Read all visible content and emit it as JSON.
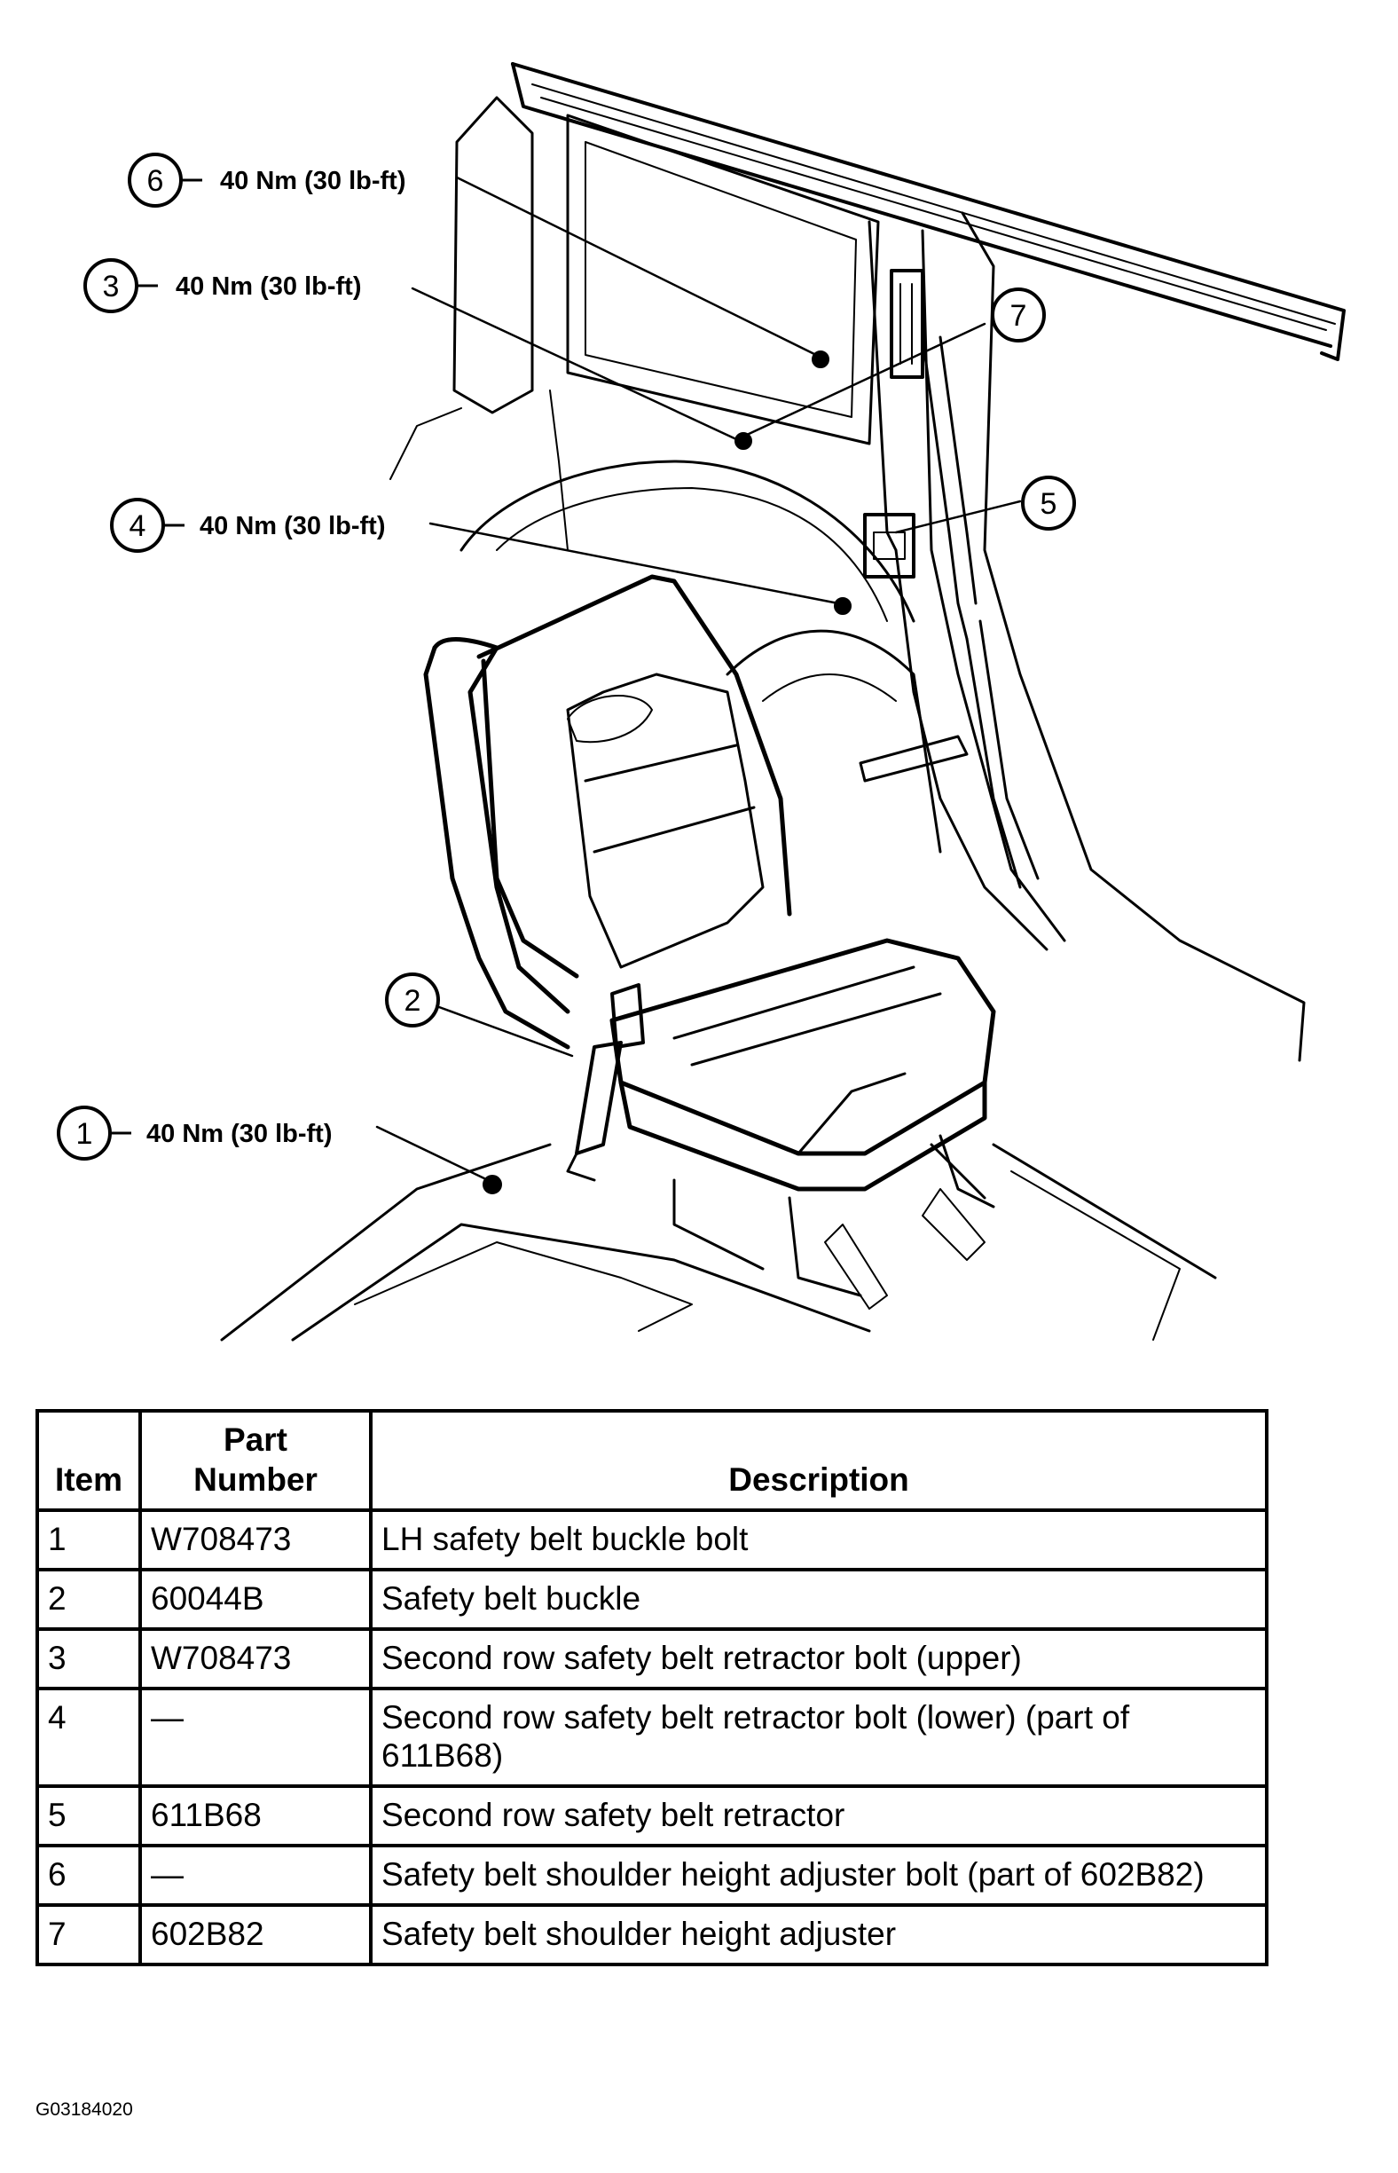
{
  "callouts": [
    {
      "number": "6",
      "label": "40 Nm (30 lb-ft)"
    },
    {
      "number": "3",
      "label": "40 Nm (30 lb-ft)"
    },
    {
      "number": "7",
      "label": ""
    },
    {
      "number": "4",
      "label": "40 Nm (30 lb-ft)"
    },
    {
      "number": "5",
      "label": ""
    },
    {
      "number": "2",
      "label": ""
    },
    {
      "number": "1",
      "label": "40 Nm (30 lb-ft)"
    }
  ],
  "table": {
    "headers": {
      "item": "Item",
      "part_line1": "Part",
      "part_line2": "Number",
      "description": "Description"
    },
    "rows": [
      {
        "item": "1",
        "part": "W708473",
        "description": "LH safety belt buckle bolt"
      },
      {
        "item": "2",
        "part": "60044B",
        "description": "Safety belt buckle"
      },
      {
        "item": "3",
        "part": "W708473",
        "description": "Second row safety belt retractor bolt (upper)"
      },
      {
        "item": "4",
        "part": "—",
        "description": "Second row safety belt retractor bolt (lower) (part of 611B68)"
      },
      {
        "item": "5",
        "part": "611B68",
        "description": "Second row safety belt retractor"
      },
      {
        "item": "6",
        "part": "—",
        "description": "Safety belt shoulder height adjuster bolt (part of 602B82)"
      },
      {
        "item": "7",
        "part": "602B82",
        "description": "Safety belt shoulder height adjuster"
      }
    ]
  },
  "figure_id": "G03184020"
}
